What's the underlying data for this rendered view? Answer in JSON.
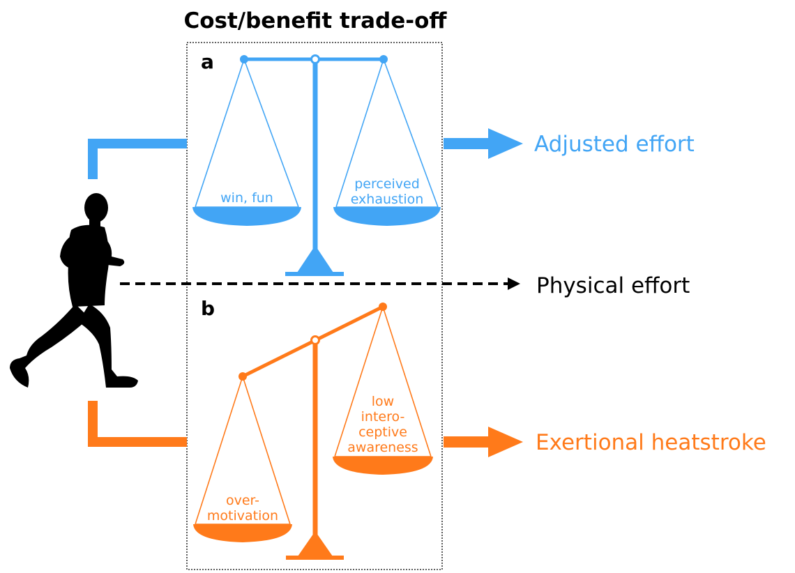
{
  "title": "Cost/benefit trade-off",
  "colors": {
    "blue": "#42a5f5",
    "orange": "#ff7a1a",
    "black": "#000000"
  },
  "panel_a": {
    "label": "a",
    "left_pan": "win, fun",
    "right_pan_lines": [
      "perceived",
      "exhaustion"
    ],
    "outcome": "Adjusted effort"
  },
  "panel_b": {
    "label": "b",
    "left_pan_lines": [
      "over-",
      "motivation"
    ],
    "right_pan_lines": [
      "low",
      "intero-",
      "ceptive",
      "awareness"
    ],
    "outcome": "Exertional heatstroke"
  },
  "middle": {
    "label": "Physical effort"
  },
  "icons": {
    "runner": "runner-silhouette-icon",
    "scale_a": "balanced-scale-icon",
    "scale_b": "tilted-scale-icon"
  }
}
